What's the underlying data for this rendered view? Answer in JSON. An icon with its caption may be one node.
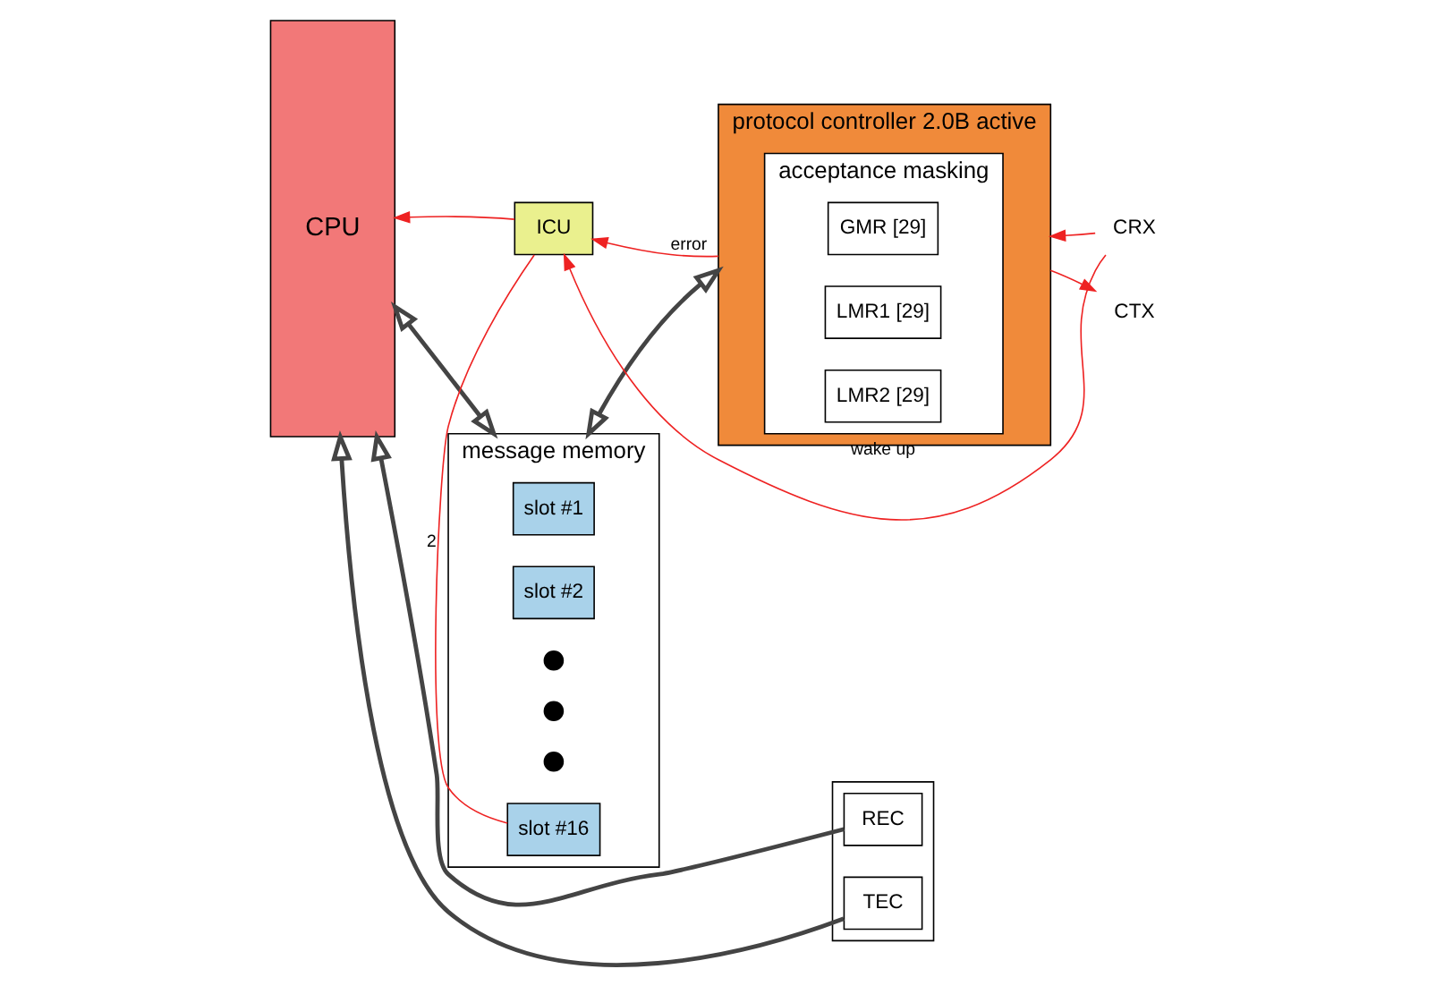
{
  "diagram": {
    "nodes": [
      {
        "text": [
          "CPU"
        ]
      },
      {
        "text": [
          "ICU"
        ]
      },
      {
        "text": [
          "protocol controller 2.0B active"
        ]
      },
      {
        "text": [
          "acceptance masking"
        ],
        "in": 2
      },
      {
        "text": [
          "GMR [29]"
        ],
        "in": 3
      },
      {
        "text": [
          "LMR1 [29]"
        ],
        "in": 3
      },
      {
        "text": [
          "LMR2 [29]"
        ],
        "in": 3
      },
      {
        "text": [
          "message memory"
        ]
      },
      {
        "text": [
          "slot #1"
        ],
        "in": 7
      },
      {
        "text": [
          "slot #2"
        ],
        "in": 7
      },
      {
        "text": [],
        "shape": "circle",
        "in": 7
      },
      {
        "text": [],
        "shape": "circle",
        "in": 7
      },
      {
        "text": [],
        "shape": "circle",
        "in": 7
      },
      {
        "text": [
          "slot #16"
        ],
        "in": 7
      },
      {
        "text": [],
        "shape": "box"
      },
      {
        "text": [
          "REC"
        ],
        "in": 14
      },
      {
        "text": [
          "TEC"
        ],
        "in": 14
      },
      {
        "text": [
          "CRX"
        ]
      },
      {
        "text": [
          "CTX"
        ]
      }
    ],
    "edges": [
      {
        "from": 17,
        "to": 1,
        "arrow": "to",
        "label": "wake up",
        "color": "#ee2222"
      },
      {
        "from": 2,
        "to": 1,
        "arrow": "to",
        "label": "error",
        "color": "#ee2222"
      },
      {
        "from": 1,
        "to": 0,
        "arrow": "to",
        "color": "#ee2222"
      },
      {
        "from": 17,
        "to": 2,
        "arrow": "to",
        "color": "#ee2222"
      },
      {
        "from": 2,
        "to": 18,
        "arrow": "to",
        "color": "#ee2222"
      },
      {
        "from": 1,
        "to": 13,
        "arrow": "none",
        "label": "2",
        "color": "#ee2222"
      },
      {
        "from": 0,
        "to": 7,
        "arrow": "both",
        "style": "thick",
        "color": "#444444"
      },
      {
        "from": 7,
        "to": 2,
        "arrow": "both",
        "style": "thick",
        "color": "#444444"
      },
      {
        "from": 15,
        "to": 0,
        "arrow": "to",
        "style": "thick",
        "color": "#444444"
      },
      {
        "from": 16,
        "to": 0,
        "arrow": "to",
        "style": "thick",
        "color": "#444444"
      }
    ]
  }
}
